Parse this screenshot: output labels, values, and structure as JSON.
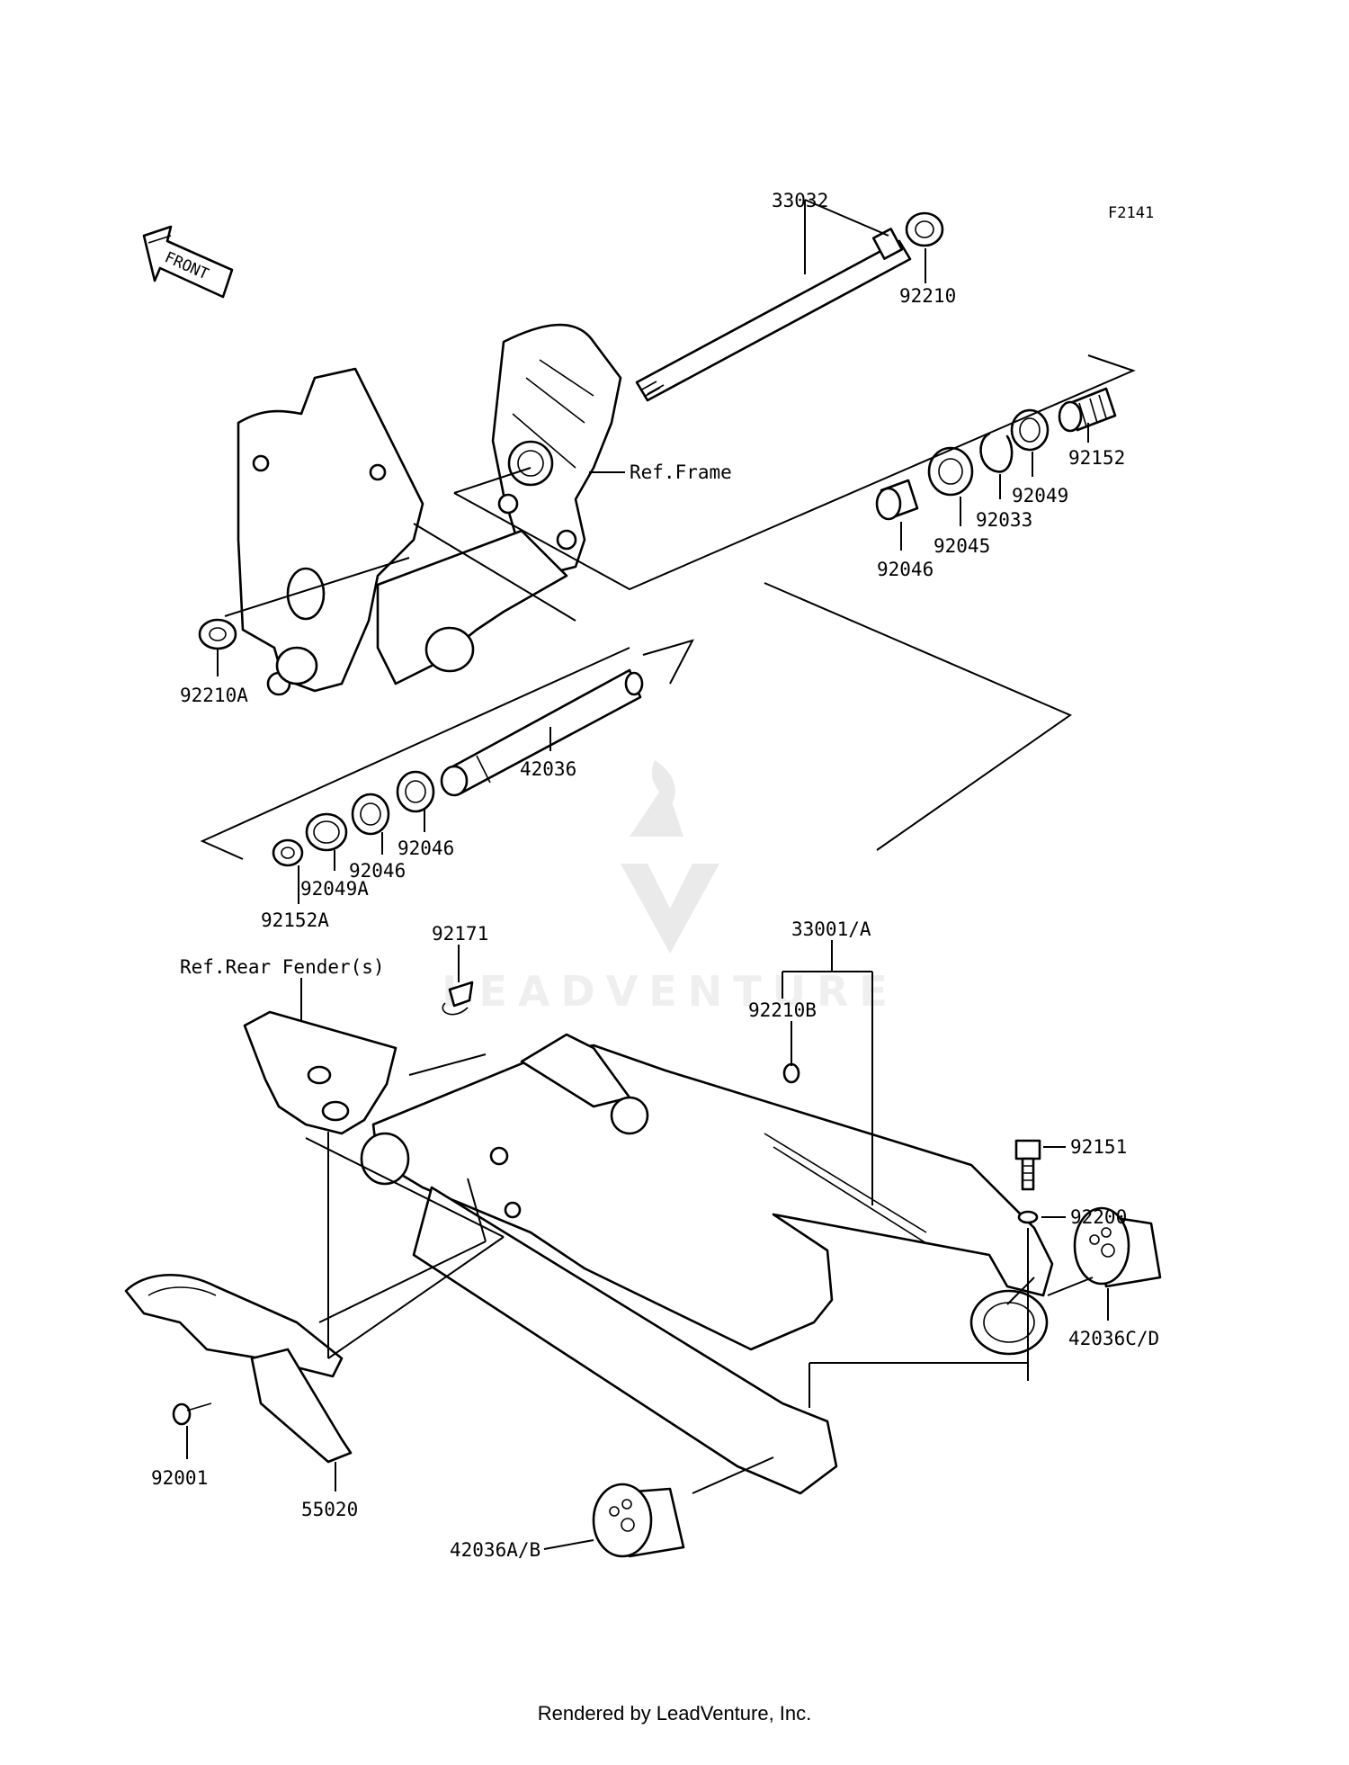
{
  "diagram_code": "F2141",
  "front_arrow_text": "FRONT",
  "watermark_text": "LEADVENTURE",
  "footer_text": "Rendered by LeadVenture, Inc.",
  "labels": {
    "p33032": "33032",
    "p92210": "92210",
    "p92152": "92152",
    "p92049": "92049",
    "p92033": "92033",
    "p92045": "92045",
    "p92046a": "92046",
    "ref_frame": "Ref.Frame",
    "p92210A": "92210A",
    "p42036": "42036",
    "p92046b": "92046",
    "p92046c": "92046",
    "p92049A": "92049A",
    "p92152A": "92152A",
    "p92171": "92171",
    "ref_rear_fender": "Ref.Rear Fender(s)",
    "p33001A": "33001/A",
    "p92210B": "92210B",
    "p92151": "92151",
    "p92200": "92200",
    "p42036CD": "42036C/D",
    "p92001": "92001",
    "p55020": "55020",
    "p42036AB": "42036A/B"
  }
}
